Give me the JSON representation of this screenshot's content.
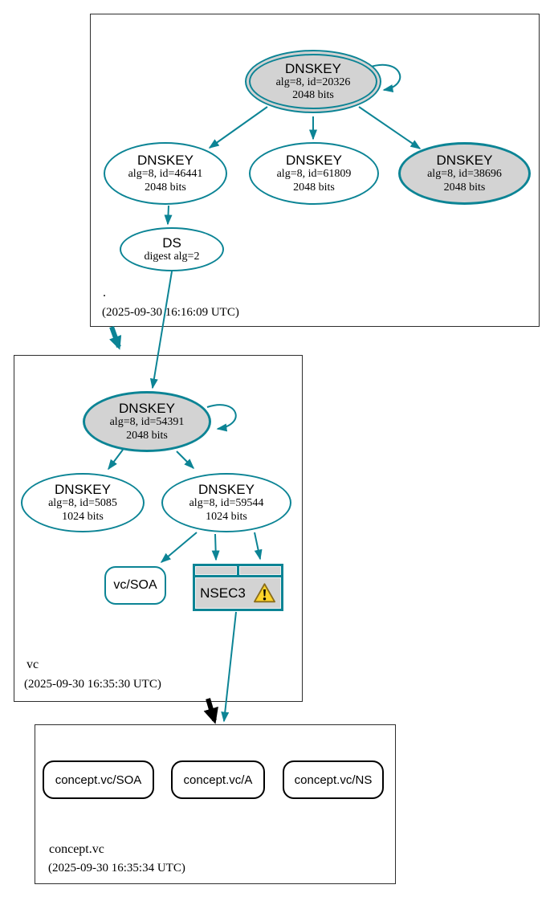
{
  "colors": {
    "teal": "#0c8495",
    "node_fill_gray": "#d3d3d3",
    "node_fill_white": "#ffffff",
    "warning_yellow": "#ffd42a",
    "insecure_arrow_black": "#000000"
  },
  "zones": {
    "root": {
      "label": ".",
      "timestamp": "(2025-09-30 16:16:09 UTC)",
      "ksk_20326": {
        "title": "DNSKEY",
        "alg": "alg=8, id=20326",
        "bits": "2048 bits"
      },
      "zsk_46441": {
        "title": "DNSKEY",
        "alg": "alg=8, id=46441",
        "bits": "2048 bits"
      },
      "zsk_61809": {
        "title": "DNSKEY",
        "alg": "alg=8, id=61809",
        "bits": "2048 bits"
      },
      "ksk_38696": {
        "title": "DNSKEY",
        "alg": "alg=8, id=38696",
        "bits": "2048 bits"
      },
      "ds": {
        "title": "DS",
        "digest": "digest alg=2"
      }
    },
    "vc": {
      "label": "vc",
      "timestamp": "(2025-09-30 16:35:30 UTC)",
      "ksk_54391": {
        "title": "DNSKEY",
        "alg": "alg=8, id=54391",
        "bits": "2048 bits"
      },
      "zsk_5085": {
        "title": "DNSKEY",
        "alg": "alg=8, id=5085",
        "bits": "1024 bits"
      },
      "zsk_59544": {
        "title": "DNSKEY",
        "alg": "alg=8, id=59544",
        "bits": "1024 bits"
      },
      "soa": {
        "label": "vc/SOA"
      },
      "nsec3": {
        "label": "NSEC3",
        "warning": "warning-triangle"
      }
    },
    "concept_vc": {
      "label": "concept.vc",
      "timestamp": "(2025-09-30 16:35:34 UTC)",
      "rrsets": [
        {
          "label": "concept.vc/SOA"
        },
        {
          "label": "concept.vc/A"
        },
        {
          "label": "concept.vc/NS"
        }
      ]
    }
  }
}
